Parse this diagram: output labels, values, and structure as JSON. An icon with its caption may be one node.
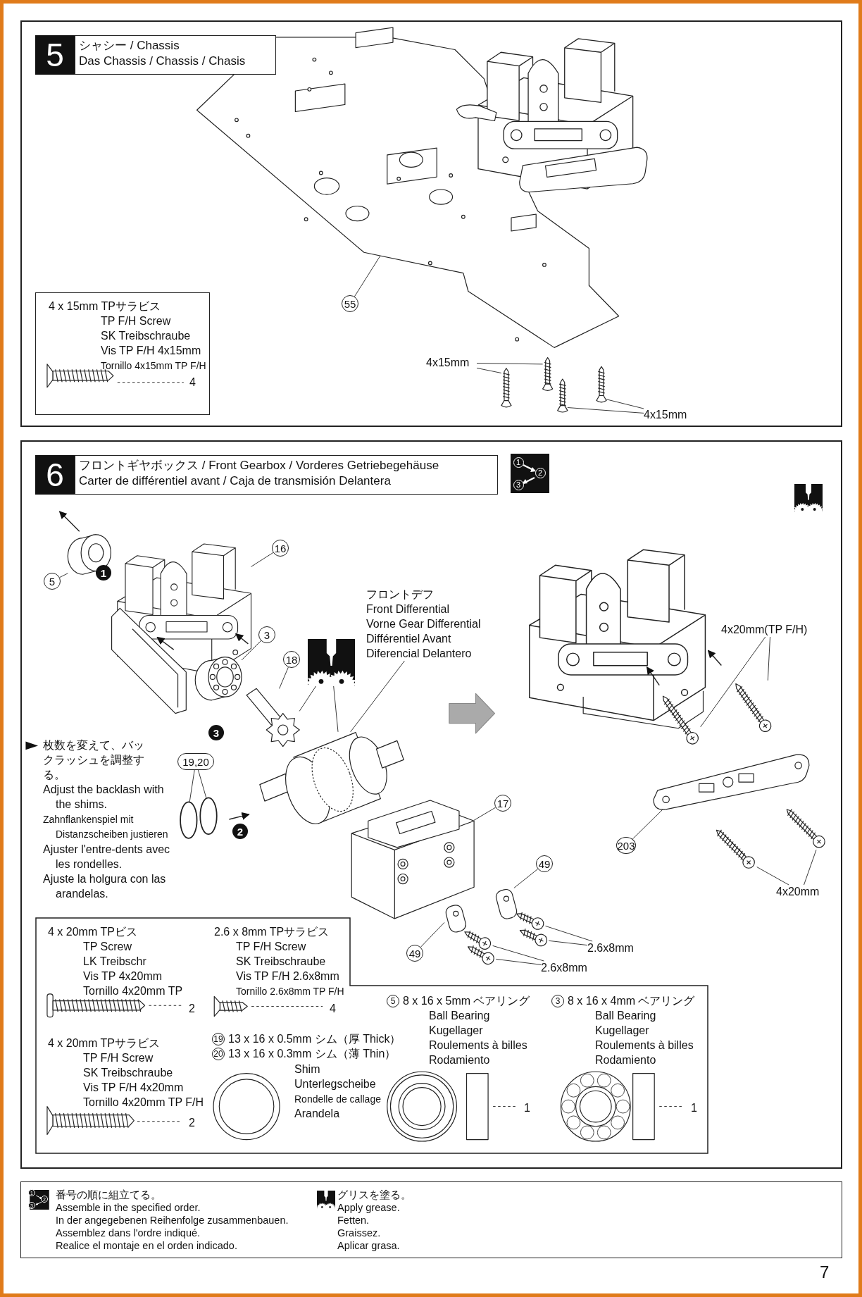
{
  "diagram": {
    "nodes": [
      {
        "text": [
          "5",
          "シャシー / Chassis",
          "Das Chassis / Chassis / Chasis"
        ]
      },
      {
        "text": [
          "4 x 15mm TPサラビス",
          "TP F/H Screw",
          "SK Treibschraube",
          "Vis TP F/H 4x15mm",
          "Tornillo 4x15mm TP F/H",
          "4"
        ],
        "in": 0
      },
      {
        "text": [
          "55"
        ],
        "in": 0
      },
      {
        "text": [
          "4x15mm"
        ],
        "in": 0
      },
      {
        "text": [
          "4x15mm"
        ],
        "in": 0
      },
      {
        "text": [
          "6",
          "フロントギヤボックス / Front Gearbox / Vorderes Getriebegehäuse",
          "Carter de différentiel avant / Caja de transmisión Delantera"
        ]
      },
      {
        "text": [
          "5"
        ],
        "in": 5
      },
      {
        "text": [
          "16"
        ],
        "in": 5
      },
      {
        "text": [
          "3"
        ],
        "in": 5
      },
      {
        "text": [
          "18"
        ],
        "in": 5
      },
      {
        "text": [],
        "shape": "picture",
        "in": 5
      },
      {
        "text": [
          "フロントデフ",
          "Front Differential",
          "Vorne Gear Differential",
          "Différentiel Avant",
          "Diferencial Delantero"
        ],
        "in": 5
      },
      {
        "text": [
          "19,20"
        ],
        "in": 5
      },
      {
        "text": [
          "17"
        ],
        "in": 5
      },
      {
        "text": [
          "49"
        ],
        "in": 5
      },
      {
        "text": [
          "49"
        ],
        "in": 5
      },
      {
        "text": [
          "2.6x8mm"
        ],
        "in": 5
      },
      {
        "text": [
          "2.6x8mm"
        ],
        "in": 5
      },
      {
        "text": [
          "4x20mm(TP F/H)"
        ],
        "in": 5
      },
      {
        "text": [
          "203"
        ],
        "in": 5
      },
      {
        "text": [
          "4x20mm"
        ],
        "in": 5
      },
      {
        "text": [
          "4 x 20mm TPビス",
          "TP Screw",
          "LK Treibschr",
          "Vis TP 4x20mm",
          "Tornillo 4x20mm TP",
          "2",
          "2.6 x 8mm TPサラビス",
          "TP F/H Screw",
          "SK Treibschraube",
          "Vis TP F/H 2.6x8mm",
          "Tornillo 2.6x8mm TP F/H",
          "4",
          "4 x 20mm TPサラビス",
          "TP F/H Screw",
          "SK Treibschraube",
          "Vis TP F/H 4x20mm",
          "Tornillo 4x20mm TP F/H",
          "2",
          "19",
          "13 x 16 x 0.5mm シム（厚 Thick）",
          "20",
          "13 x 16 x 0.3mm シム（薄 Thin）",
          "Shim",
          "Unterlegscheibe",
          "Rondelle de callage",
          "Arandela",
          "5",
          "8 x 16 x 5mm ベアリング",
          "Ball Bearing",
          "Kugellager",
          "Roulements à billes",
          "Rodamiento",
          "1",
          "3",
          "8 x 16 x 4mm ベアリング",
          "Ball Bearing",
          "Kugellager",
          "Roulements à billes",
          "Rodamiento",
          "1"
        ],
        "in": 5
      },
      {
        "text": [
          "番号の順に組立てる。",
          "Assemble in the specified order.",
          "In der angegebenen Reihenfolge zusammenbauen.",
          "Assemblez dans l'ordre indiqué.",
          "Realice el montaje en el orden indicado.",
          "グリスを塗る。",
          "Apply grease.",
          "Fetten.",
          "Graissez.",
          "Aplicar grasa."
        ]
      },
      {
        "text": [],
        "shape": "picture",
        "in": 0
      },
      {
        "text": [],
        "shape": "picture",
        "in": 0
      },
      {
        "text": [],
        "shape": "picture",
        "in": 0
      },
      {
        "text": [],
        "shape": "picture",
        "in": 0
      },
      {
        "text": [],
        "shape": "picture",
        "in": 0
      },
      {
        "text": [],
        "shape": "cylinder",
        "in": 5
      },
      {
        "text": [],
        "shape": "picture",
        "in": 5
      },
      {
        "text": [],
        "shape": "picture",
        "in": 5
      },
      {
        "text": [],
        "shape": "picture",
        "in": 5
      },
      {
        "text": [],
        "shape": "picture",
        "in": 5
      },
      {
        "text": [],
        "shape": "circle",
        "in": 5
      },
      {
        "text": [],
        "shape": "circle",
        "in": 5
      },
      {
        "text": [],
        "shape": "picture",
        "in": 5
      },
      {
        "text": [],
        "shape": "picture",
        "in": 5
      },
      {
        "text": [],
        "shape": "picture",
        "in": 5
      },
      {
        "text": [],
        "shape": "picture",
        "in": 5
      },
      {
        "text": [],
        "shape": "picture",
        "in": 5
      },
      {
        "text": [],
        "shape": "picture",
        "in": 5
      },
      {
        "text": [],
        "shape": "picture",
        "in": 5
      },
      {
        "text": [],
        "shape": "picture",
        "in": 5
      },
      {
        "text": [],
        "shape": "picture",
        "in": 5
      },
      {
        "text": [],
        "shape": "picture",
        "in": 5
      },
      {
        "text": [],
        "shape": "picture",
        "in": 5
      },
      {
        "text": [],
        "shape": "picture",
        "in": 5
      },
      {
        "text": [],
        "shape": "picture",
        "in": 5
      }
    ],
    "edges": [
      {
        "from": 2,
        "to": 23,
        "arrow": "none"
      },
      {
        "from": 3,
        "to": 24,
        "arrow": "none"
      },
      {
        "from": 3,
        "to": 25,
        "arrow": "none"
      },
      {
        "from": 4,
        "to": 26,
        "arrow": "none"
      },
      {
        "from": 4,
        "to": 27,
        "arrow": "none"
      },
      {
        "from": 6,
        "to": 28,
        "arrow": "none"
      },
      {
        "from": 7,
        "to": 29,
        "arrow": "none"
      },
      {
        "from": 8,
        "to": 30,
        "arrow": "none"
      },
      {
        "from": 9,
        "to": 31,
        "arrow": "none"
      },
      {
        "from": 10,
        "to": 31,
        "arrow": "none"
      },
      {
        "from": 10,
        "to": 32,
        "arrow": "none"
      },
      {
        "from": 11,
        "to": 32,
        "arrow": "none"
      },
      {
        "from": 12,
        "to": 33,
        "arrow": "none"
      },
      {
        "from": 12,
        "to": 34,
        "arrow": "none"
      },
      {
        "from": 13,
        "to": 35,
        "arrow": "none"
      },
      {
        "from": 14,
        "to": 36,
        "arrow": "none"
      },
      {
        "from": 15,
        "to": 37,
        "arrow": "none"
      },
      {
        "from": 16,
        "to": 38,
        "arrow": "none"
      },
      {
        "from": 16,
        "to": 39,
        "arrow": "none"
      },
      {
        "from": 17,
        "to": 40,
        "arrow": "none"
      },
      {
        "from": 17,
        "to": 41,
        "arrow": "none"
      },
      {
        "from": 18,
        "to": 42,
        "arrow": "none"
      },
      {
        "from": 18,
        "to": 43,
        "arrow": "none"
      },
      {
        "from": 19,
        "to": 44,
        "arrow": "none"
      },
      {
        "from": 20,
        "to": 45,
        "arrow": "none"
      },
      {
        "from": 20,
        "to": 46,
        "arrow": "none"
      }
    ],
    "labels": [
      "1",
      "2",
      "3",
      "1",
      "3",
      "枚数を変えて、バックラッシュを調整する。",
      "Adjust the backlash with the shims.",
      "Zahnflankenspiel mit Distanzscheiben justieren",
      "Ajuster l'entre-dents avec les rondelles.",
      "Ajuste la holgura con las arandelas.",
      "2",
      "1",
      "2",
      "3",
      "7"
    ]
  }
}
